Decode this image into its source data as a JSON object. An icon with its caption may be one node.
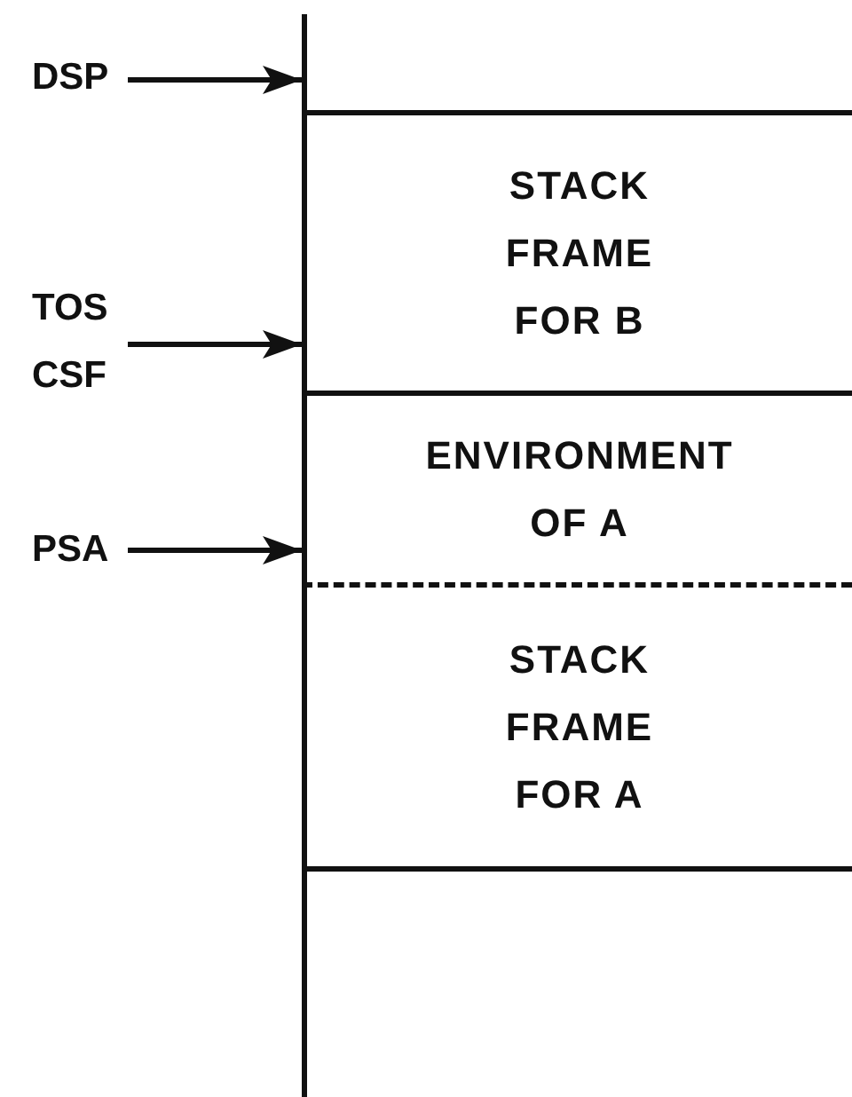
{
  "diagram": {
    "nodes": [
      {
        "text": [],
        "shape": "box"
      },
      {
        "text": [
          "STACK FRAME FOR B"
        ]
      },
      {
        "text": [
          "ENVIRONMENT OF A"
        ]
      },
      {
        "text": [
          "STACK FRAME FOR A"
        ]
      },
      {
        "text": [],
        "shape": "box"
      },
      {
        "text": [
          "DSP"
        ]
      },
      {
        "text": [
          "TOS",
          "CSF"
        ]
      },
      {
        "text": [
          "PSA"
        ]
      }
    ],
    "edges": [
      {
        "from": 5,
        "to": 0,
        "arrow": "to"
      },
      {
        "from": 6,
        "to": 1,
        "arrow": "to"
      },
      {
        "from": 7,
        "to": 2,
        "arrow": "to"
      }
    ]
  }
}
